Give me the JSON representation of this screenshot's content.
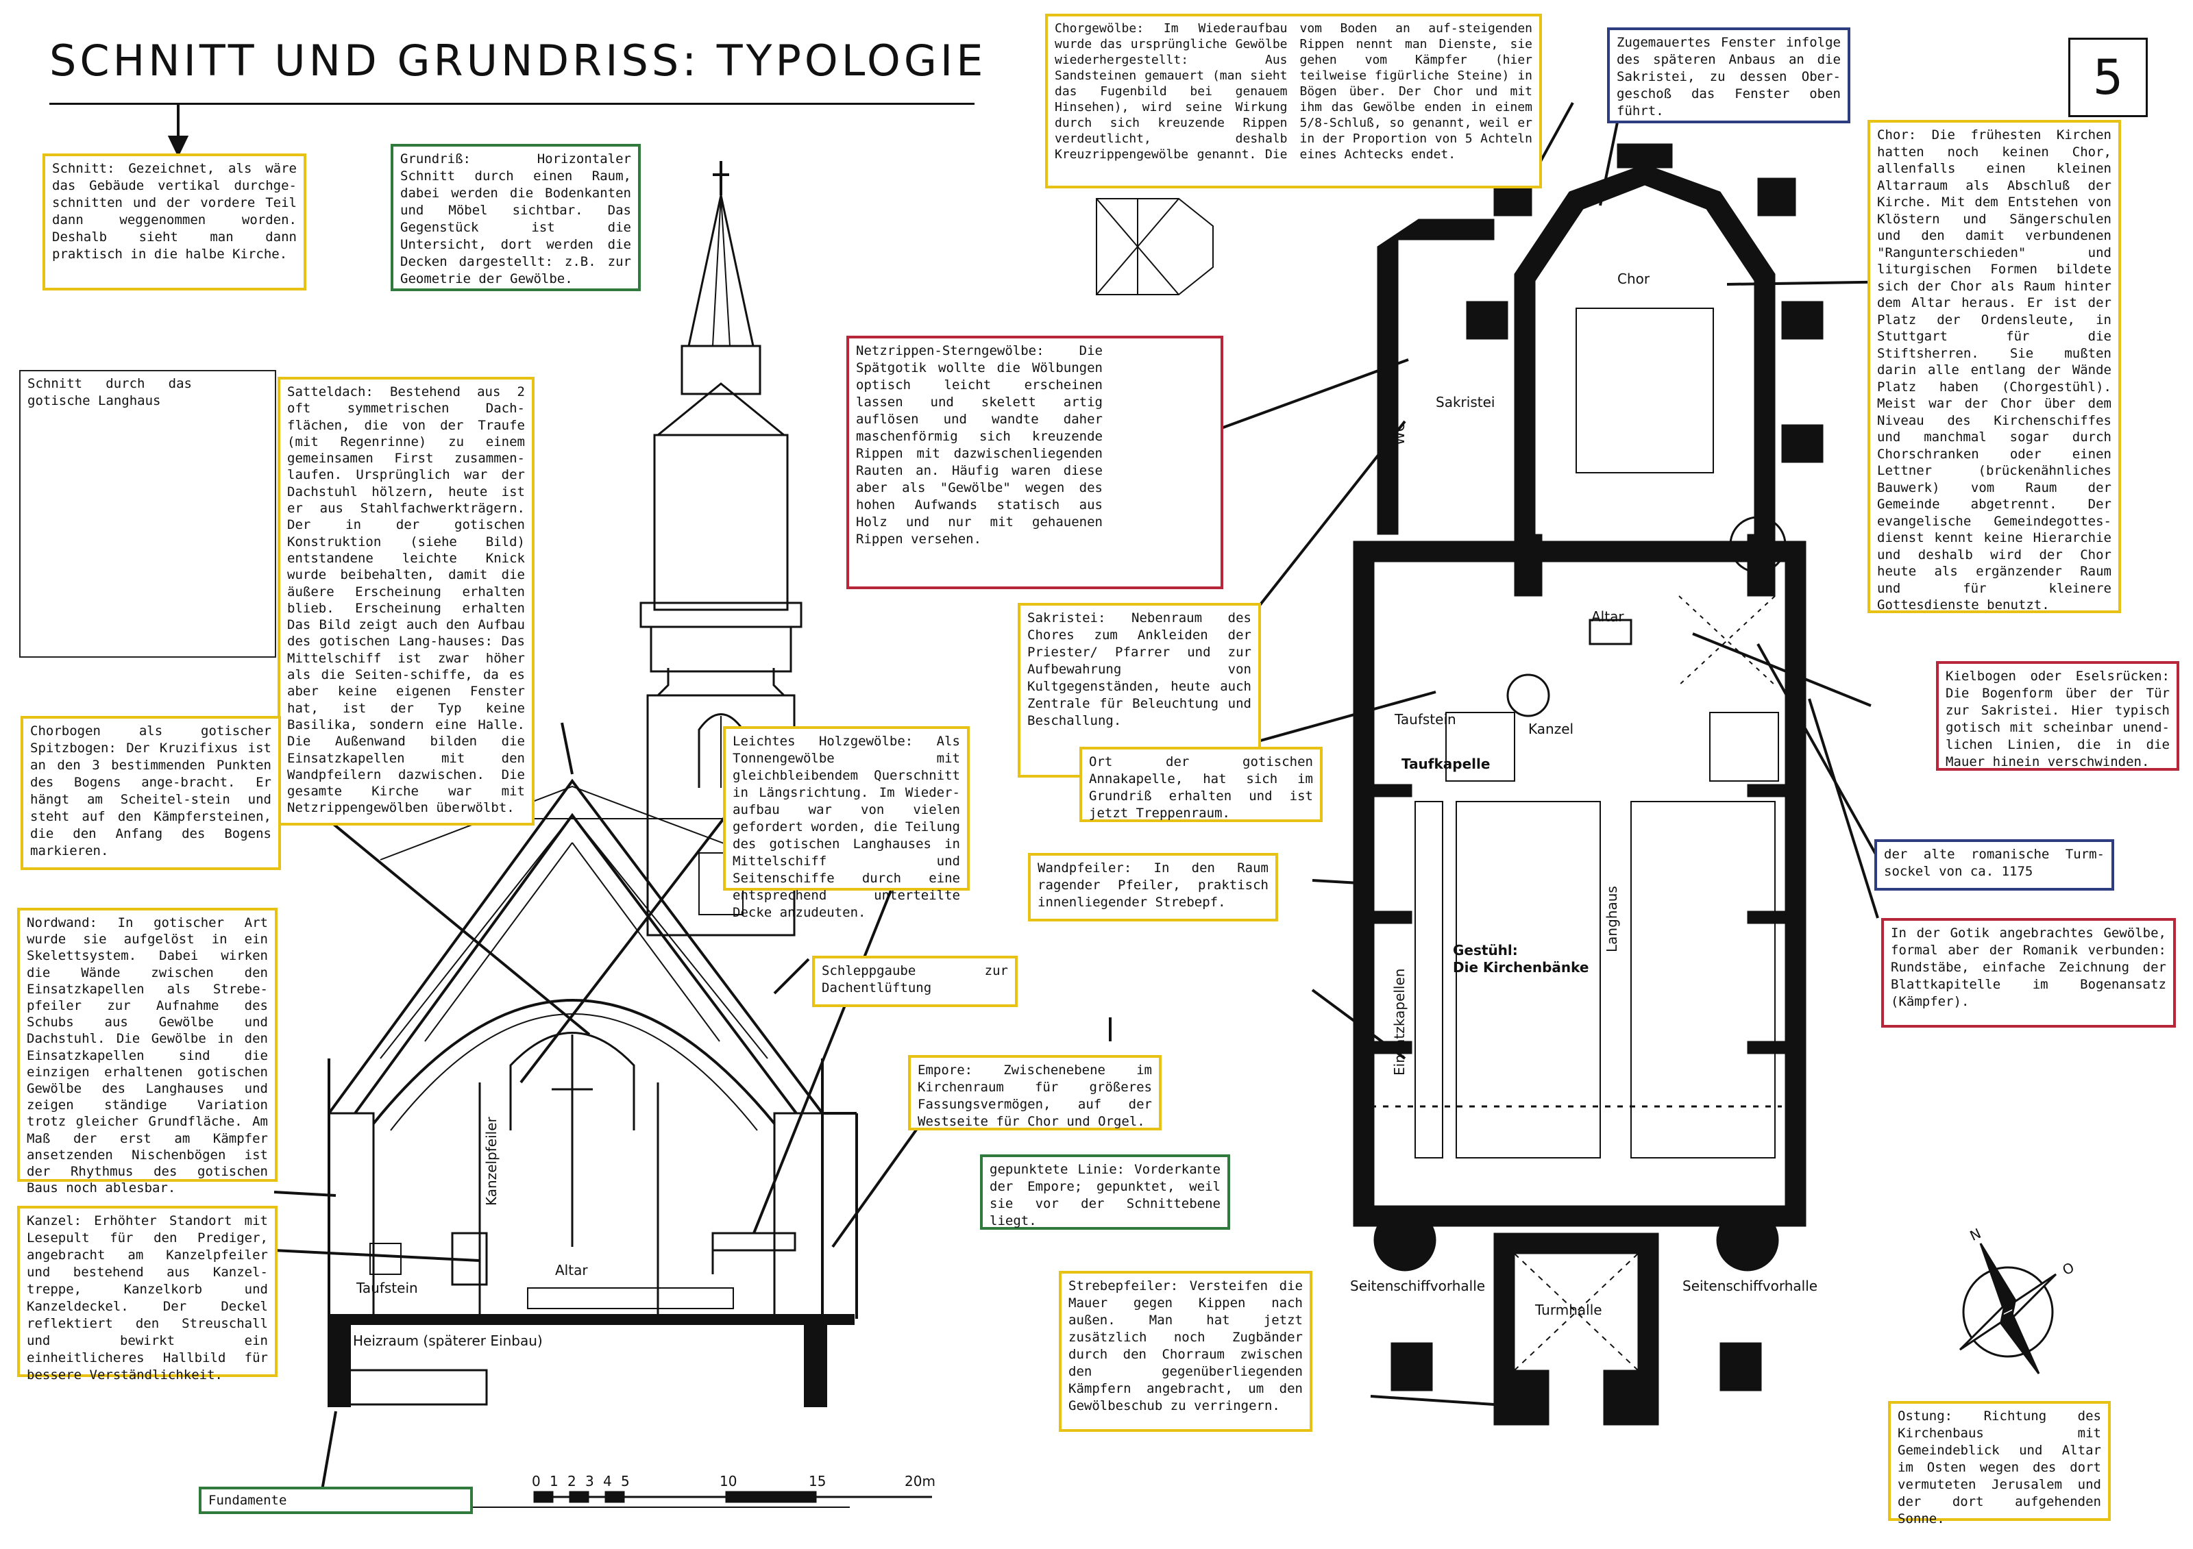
{
  "title": "SCHNITT UND GRUNDRISS: TYPOLOGIE",
  "page_number": "5",
  "colors": {
    "yellow": "#e7c214",
    "red": "#b8263a",
    "blue": "#2e3c80",
    "green": "#2f7a3c"
  },
  "boxes": {
    "schnitt": "Schnitt: Gezeichnet, als wäre das Gebäude vertikal durchge-schnitten und der vordere Teil dann weggenommen worden. Deshalb sieht man dann praktisch in die halbe Kirche.",
    "grundriss": "Grundriß: Horizontaler Schnitt durch einen Raum, dabei werden die Bodenkanten und Möbel sichtbar. Das Gegenstück ist die Untersicht, dort werden die Decken dargestellt: z.B. zur Geometrie der Gewölbe.",
    "chorgewoelbe": "Chorgewölbe: Im Wiederaufbau wurde das ursprüngliche Gewölbe wiederhergestellt: Aus Sandsteinen gemauert (man sieht das Fugenbild bei genauem Hinsehen), wird seine Wirkung durch sich kreuzende Rippen verdeutlicht, deshalb Kreuzrippengewölbe genannt. Die vom Boden an auf-steigenden Rippen nennt man Dienste, sie gehen vom Kämpfer (hier teilweise figürliche Steine) in Bögen über. Der Chor und mit ihm das Gewölbe enden in einem 5/8-Schluß, so genannt, weil er in der Proportion von 5 Achteln eines Achtecks endet.",
    "fenster": "Zugemauertes Fenster infolge des späteren Anbaus an die Sakristei, zu dessen Ober-geschoß das Fenster oben führt.",
    "chor": "Chor: Die frühesten Kirchen hatten noch keinen Chor, allenfalls einen kleinen Altarraum als Abschluß der Kirche. Mit dem Entstehen von Klöstern und Sängerschulen und den damit verbundenen \"Rangunterschieden\" und liturgischen Formen bildete sich der Chor als Raum hinter dem Altar heraus. Er ist der Platz der Ordensleute, in Stuttgart für die Stiftsherren. Sie mußten darin alle entlang der Wände Platz haben (Chorgestühl). Meist war der Chor über dem Niveau des Kirchenschiffes und manchmal sogar durch Chorschranken oder einen Lettner (brückenähnliches Bauwerk) vom Raum der Gemeinde abgetrennt. Der evangelische Gemeindegottes-dienst kennt keine Hierarchie und deshalb wird der Chor heute als ergänzender Raum und für kleinere Gottesdienste benutzt.",
    "schnitt_gotisch": "Schnitt durch das gotische Langhaus",
    "satteldach": "Satteldach: Bestehend aus 2 oft symmetrischen Dach-flächen, die von der Traufe (mit Regenrinne) zu einem gemeinsamen First zusammen-laufen. Ursprünglich war der Dachstuhl hölzern, heute ist er aus Stahlfachwerkträgern. Der in der gotischen Konstruktion (siehe Bild) entstandene leichte Knick wurde beibehalten, damit die äußere Erscheinung erhalten blieb. Erscheinung erhalten Das Bild zeigt auch den Aufbau des gotischen Lang-hauses: Das Mittelschiff ist zwar höher als die Seiten-schiffe, da es aber keine eigenen Fenster hat, ist der Typ keine Basilika, sondern eine Halle. Die Außenwand bilden die Einsatzkapellen mit den Wandpfeilern dazwischen. Die gesamte Kirche war mit Netzrippengewölben überwölbt.",
    "netzrippen": "Netzrippen-Sterngewölbe: Die Spätgotik wollte die Wölbungen optisch leicht erscheinen lassen und skelett artig auflösen und wandte daher maschenförmig sich kreuzende Rippen mit dazwischenliegenden Rauten an. Häufig waren diese aber als \"Gewölbe\" wegen des hohen Aufwands statisch aus Holz und nur mit gehauenen Rippen versehen.",
    "sakristei": "Sakristei: Nebenraum des Chores zum Ankleiden der Priester/ Pfarrer und zur Aufbewahrung von Kultgegenständen, heute auch Zentrale für Beleuchtung und Beschallung.",
    "kielbogen": "Kielbogen oder Eselsrücken: Die Bogenform über der Tür zur Sakristei. Hier typisch gotisch mit scheinbar unend-lichen Linien, die in die Mauer hinein verschwinden.",
    "chorbogen": "Chorbogen als gotischer Spitzbogen: Der Kruzifixus ist an den 3 bestimmenden Punkten des Bogens ange-bracht. Er hängt am Scheitel-stein und steht auf den Kämpfersteinen, die den Anfang des Bogens markieren.",
    "holzgewoelbe": "Leichtes Holzgewölbe: Als Tonnengewölbe mit gleichbleibendem Querschnitt in Längsrichtung. Im Wieder-aufbau war von vielen gefordert worden, die Teilung des gotischen Langhauses in Mittelschiff und Seitenschiffe durch eine entsprechend unterteilte Decke anzudeuten.",
    "annakapelle": "Ort der gotischen Annakapelle, hat sich im Grundriß erhalten und ist jetzt Treppenraum.",
    "turmsockel": "der alte romanische Turm-sockel von ca. 1175",
    "wandpfeiler": "Wandpfeiler: In den Raum ragender Pfeiler, praktisch innenliegender Strebepf.",
    "gotik_gewoelbe": "In der Gotik angebrachtes Gewölbe, formal aber der Romanik verbunden: Rundstäbe, einfache Zeichnung der Blattkapitelle im Bogenansatz (Kämpfer).",
    "nordwand": "Nordwand: In gotischer Art wurde sie aufgelöst in ein Skelettsystem. Dabei wirken die Wände zwischen den Einsatzkapellen als Strebe-pfeiler zur Aufnahme des Schubs aus Gewölbe und Dachstuhl. Die Gewölbe in den Einsatzkapellen sind die einzigen erhaltenen gotischen Gewölbe des Langhauses und zeigen ständige Variation trotz gleicher Grundfläche. Am Maß der erst am Kämpfer ansetzenden Nischenbögen ist der Rhythmus des gotischen Baus noch ablesbar.",
    "schleppgaube": "Schleppgaube zur Dachentlüftung",
    "empore": "Empore: Zwischenebene im Kirchenraum für größeres Fassungsvermögen, auf der Westseite für Chor und Orgel.",
    "gepunktet": "gepunktete Linie: Vorderkante der Empore; gepunktet, weil sie vor der Schnittebene liegt.",
    "kanzel": "Kanzel: Erhöhter Standort mit Lesepult für den Prediger, angebracht am Kanzelpfeiler und bestehend aus Kanzel-treppe, Kanzelkorb und Kanzeldeckel. Der Deckel reflektiert den Streuschall und bewirkt ein einheitlicheres Hallbild für bessere Verständlichkeit.",
    "strebepfeiler": "Strebepfeiler: Versteifen die Mauer gegen Kippen nach außen. Man hat jetzt zusätzlich noch Zugbänder durch den Chorraum zwischen den gegenüberliegenden Kämpfern angebracht, um den Gewölbeschub zu verringern.",
    "ostung": "Ostung: Richtung des Kirchenbaus mit Gemeindeblick und Altar im Osten wegen des dort vermuteten Jerusalem und der dort aufgehenden Sonne.",
    "fundamente": "Fundamente"
  },
  "section_labels": {
    "kanzelpfeiler": "Kanzelpfeiler",
    "taufstein": "Taufstein",
    "altar": "Altar",
    "heizraum": "Heizraum (späterer Einbau)"
  },
  "plan_labels": {
    "chor": "Chor",
    "sakristei": "Sakristei",
    "wc": "WC",
    "altar": "Altar",
    "taufstein": "Taufstein",
    "kanzel": "Kanzel",
    "taufkapelle": "Taufkapelle",
    "langhaus": "Langhaus",
    "gestuehl": "Gestühl:",
    "kirchenbaenke": "Die Kirchenbänke",
    "einsatzkapellen": "Einsatzkapellen",
    "seitenschiffvorhalle_l": "Seitenschiffvorhalle",
    "seitenschiffvorhalle_r": "Seitenschiffvorhalle",
    "turmhalle": "Turmhalle"
  },
  "scale": {
    "ticks": [
      "0",
      "1",
      "2",
      "3",
      "4",
      "5",
      "10",
      "15",
      "20m"
    ]
  },
  "compass": {
    "north": "N",
    "east": "O"
  }
}
